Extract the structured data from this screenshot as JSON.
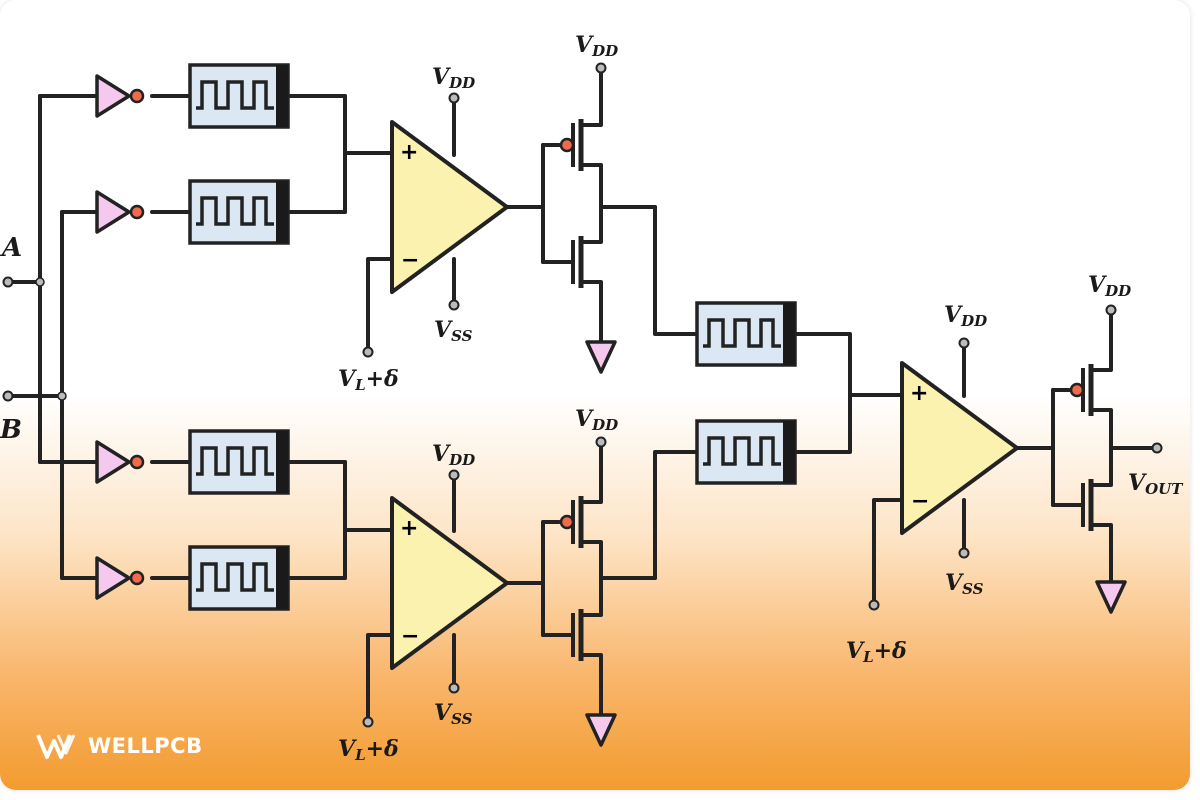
{
  "labels": {
    "input_a": "A",
    "input_b": "B",
    "vdd": "V",
    "vdd_sub": "DD",
    "vss": "V",
    "vss_sub": "SS",
    "vref": "V",
    "vref_sub": "L",
    "vref_suffix": "+δ",
    "vout": "V",
    "vout_sub": "OUT",
    "plus": "+",
    "minus": "−"
  },
  "watermark": {
    "text": "WELLPCB"
  },
  "colors": {
    "buffer_fill": "#f5c9ee",
    "delay_fill": "#dbe8f4",
    "opamp_fill": "#fbf2b0",
    "ground_fill": "#f5c9ee",
    "bubble_fill": "#f06a4c",
    "wire": "#222222"
  }
}
